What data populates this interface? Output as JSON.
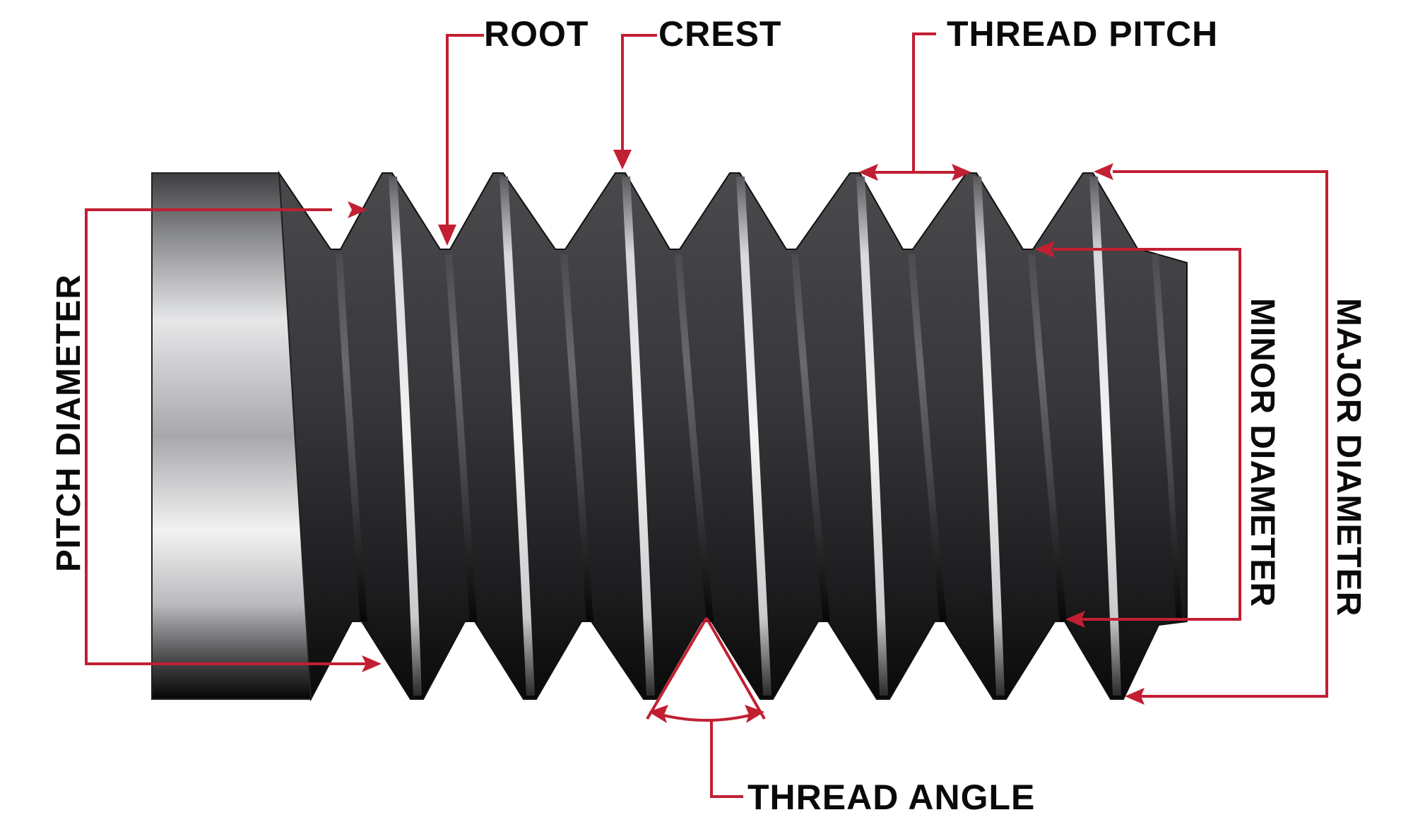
{
  "diagram": {
    "subject": "Screw thread anatomy",
    "accent_color": "#c21f32",
    "text_color": "#0a0a0a",
    "labels": {
      "root": "ROOT",
      "crest": "CREST",
      "thread_pitch": "THREAD PITCH",
      "pitch_diameter": "PITCH DIAMETER",
      "minor_diameter": "MINOR DIAMETER",
      "major_diameter": "MAJOR DIAMETER",
      "thread_angle": "THREAD ANGLE"
    },
    "parts": {
      "shank": "unthreaded shank (silver)",
      "threaded_body": "threaded body (dark gray / black)"
    },
    "thread_count_visible": 7
  }
}
